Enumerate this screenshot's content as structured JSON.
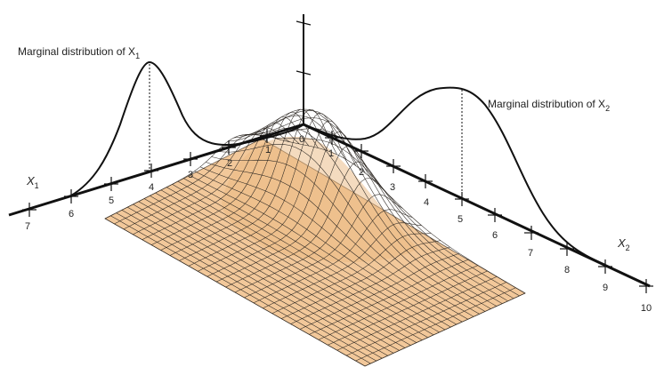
{
  "labels": {
    "marginal_x1": "Marginal distribution of X",
    "marginal_x1_sub": "1",
    "marginal_x2": "Marginal distribution of X",
    "marginal_x2_sub": "2",
    "axis_x1": "X",
    "axis_x1_sub": "1",
    "axis_x2": "X",
    "axis_x2_sub": "2"
  },
  "x1_ticks": [
    "1",
    "2",
    "3",
    "4",
    "5",
    "6",
    "7"
  ],
  "x2_ticks": [
    "1",
    "2",
    "3",
    "4",
    "5",
    "6",
    "7",
    "8",
    "9",
    "10"
  ],
  "origin_label": "0",
  "colors": {
    "surface": "#f2c89a",
    "axis": "#111111"
  }
}
